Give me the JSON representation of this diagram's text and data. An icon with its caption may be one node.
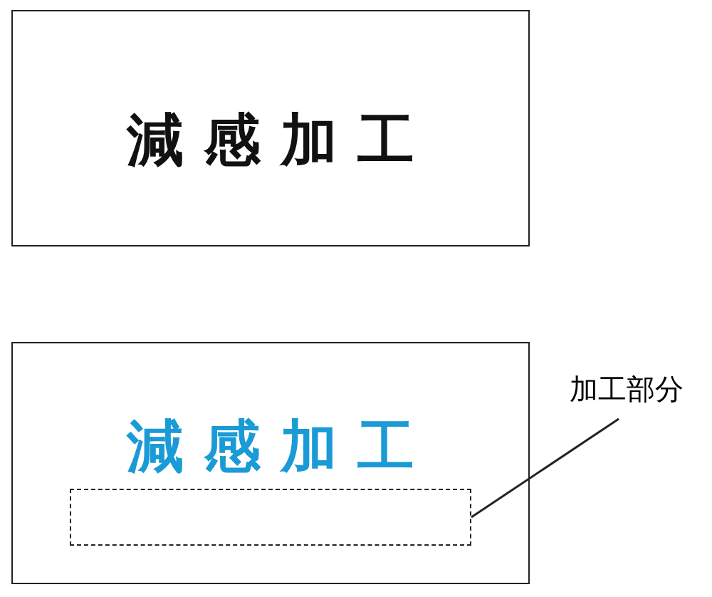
{
  "diagram": {
    "nodes": [
      {
        "text": [
          "減感加工"
        ]
      },
      {
        "text": [
          "減感加工"
        ]
      },
      {
        "text": [],
        "shape": "box",
        "in": 1
      },
      {
        "text": [
          "加工部分"
        ]
      }
    ],
    "edges": [
      {
        "from": 3,
        "to": 2,
        "arrow": "none"
      }
    ]
  }
}
